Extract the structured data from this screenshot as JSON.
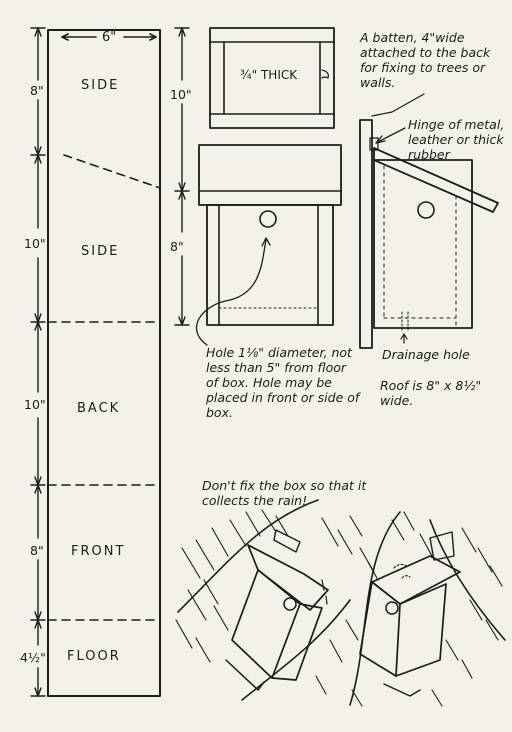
{
  "cutting_plan": {
    "width": "6\"",
    "pieces": [
      {
        "label": "SIDE",
        "length": "8\""
      },
      {
        "label": "SIDE",
        "length": "10\""
      },
      {
        "label": "BACK",
        "length": "10\""
      },
      {
        "label": "FRONT",
        "length": "8\""
      },
      {
        "label": "FLOOR",
        "length": "4½\""
      }
    ]
  },
  "front_view": {
    "roof_height": "10\"",
    "front_height": "8\"",
    "batten_thickness": "¾\" THICK"
  },
  "notes": {
    "batten": "A batten, 4\"wide attached to the back for fixing to trees or walls.",
    "hinge": "Hinge of metal, leather or thick rubber",
    "hole": "Hole 1⅛\" diameter, not less than 5\" from floor of box. Hole may be placed in front or side of box.",
    "drainage": "Drainage hole",
    "roof": "Roof is 8\" x 8½\" wide.",
    "rain_warning": "Don't fix the box so that it collects the rain!"
  }
}
